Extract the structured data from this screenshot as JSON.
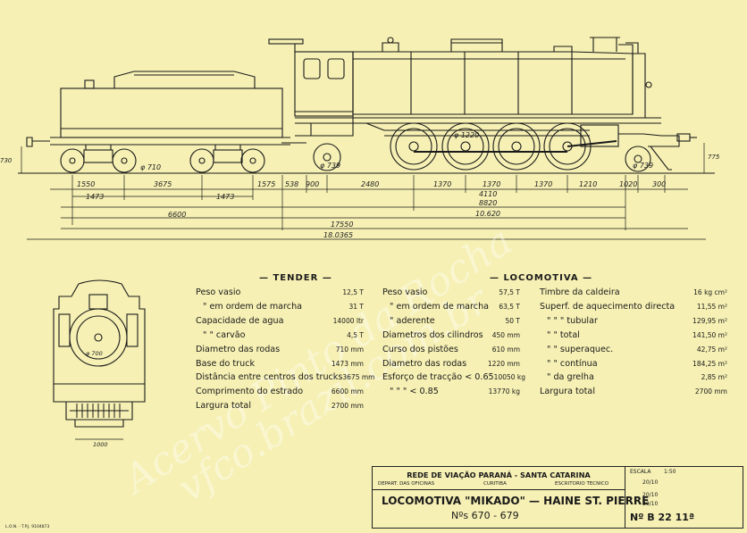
{
  "sheet": {
    "background": "#f6f0b4",
    "line_color": "#1a1a1a",
    "watermark_1": "Acervo Pinto da Rocha",
    "watermark_2": "vfco.brazil.com.br"
  },
  "elevation": {
    "dims_row1": [
      "1550",
      "3675",
      "1575",
      "538",
      "900",
      "2480",
      "1370",
      "1370",
      "1370",
      "1210",
      "1020",
      "300"
    ],
    "dims_row2": [
      "1473",
      "1473"
    ],
    "dims_mid": [
      "4110",
      "8820",
      "10.620"
    ],
    "dims_total": [
      "6600",
      "17550",
      "18.0365"
    ],
    "wheel_tender": "φ 710",
    "wheel_bogie": "φ 739",
    "wheel_drive": "φ 1220",
    "wheel_trail": "φ 739",
    "height_left": "730",
    "height_right": "775"
  },
  "front_view": {
    "label": "φ 700",
    "dim": "1000"
  },
  "tender": {
    "title": "— TENDER —",
    "rows": [
      {
        "label": "Peso vasio",
        "value": "12,5 T"
      },
      {
        "label": "\" em ordem de marcha",
        "value": "31 T"
      },
      {
        "label": "Capacidade de agua",
        "value": "14000 ltr"
      },
      {
        "label": "\" \" carvão",
        "value": "4,5 T"
      },
      {
        "label": "Diametro das rodas",
        "value": "710 mm"
      },
      {
        "label": "Base do truck",
        "value": "1473 mm"
      },
      {
        "label": "Distância entre centros dos trucks",
        "value": "3675 mm"
      },
      {
        "label": "Comprimento do estrado",
        "value": "6600 mm"
      },
      {
        "label": "Largura total",
        "value": "2700 mm"
      }
    ]
  },
  "locomotiva": {
    "title": "— LOCOMOTIVA —",
    "col1": [
      {
        "label": "Peso vasio",
        "value": "57,5 T"
      },
      {
        "label": "\" em ordem de marcha",
        "value": "63,5 T"
      },
      {
        "label": "\" aderente",
        "value": "50 T"
      },
      {
        "label": "Diametros dos cilindros",
        "value": "450 mm"
      },
      {
        "label": "Curso dos pistões",
        "value": "610 mm"
      },
      {
        "label": "Diametro das rodas",
        "value": "1220 mm"
      },
      {
        "label": "Esforço de tracção < 0.65",
        "value": "10050 kg"
      },
      {
        "label": "\" \" \" < 0.85",
        "value": "13770 kg"
      }
    ],
    "col2": [
      {
        "label": "Timbre da caldeira",
        "value": "16 kg cm²"
      },
      {
        "label": "Superf. de aquecimento directa",
        "value": "11,55 m²"
      },
      {
        "label": "\" \" \" tubular",
        "value": "129,95 m²"
      },
      {
        "label": "\" \" total",
        "value": "141,50 m²"
      },
      {
        "label": "\" \" superaquec.",
        "value": "42,75 m²"
      },
      {
        "label": "\" \" contínua",
        "value": "184,25 m²"
      },
      {
        "label": "\" da grelha",
        "value": "2,85 m²"
      },
      {
        "label": "Largura total",
        "value": "2700 mm"
      }
    ]
  },
  "title_block": {
    "network": "REDE DE VIAÇÃO PARANÁ - SANTA CATARINA",
    "dept": "DEPART. DAS OFICINAS",
    "city": "CURITIBA",
    "office": "ESCRITORIO TECNICO",
    "locomotive": "LOCOMOTIVA \"MIKADO\" — HAINE ST. PIERRE",
    "numbers": "Nºs 670 - 679",
    "scale_label": "ESCALA",
    "scale": "1:50",
    "date_1": "20/10",
    "date_2": "20/10",
    "date_3": "20/10",
    "sheet_no": "Nº B  22  11ª"
  },
  "corner_stamp": "L.O.N. - T.P.J. 9104873"
}
